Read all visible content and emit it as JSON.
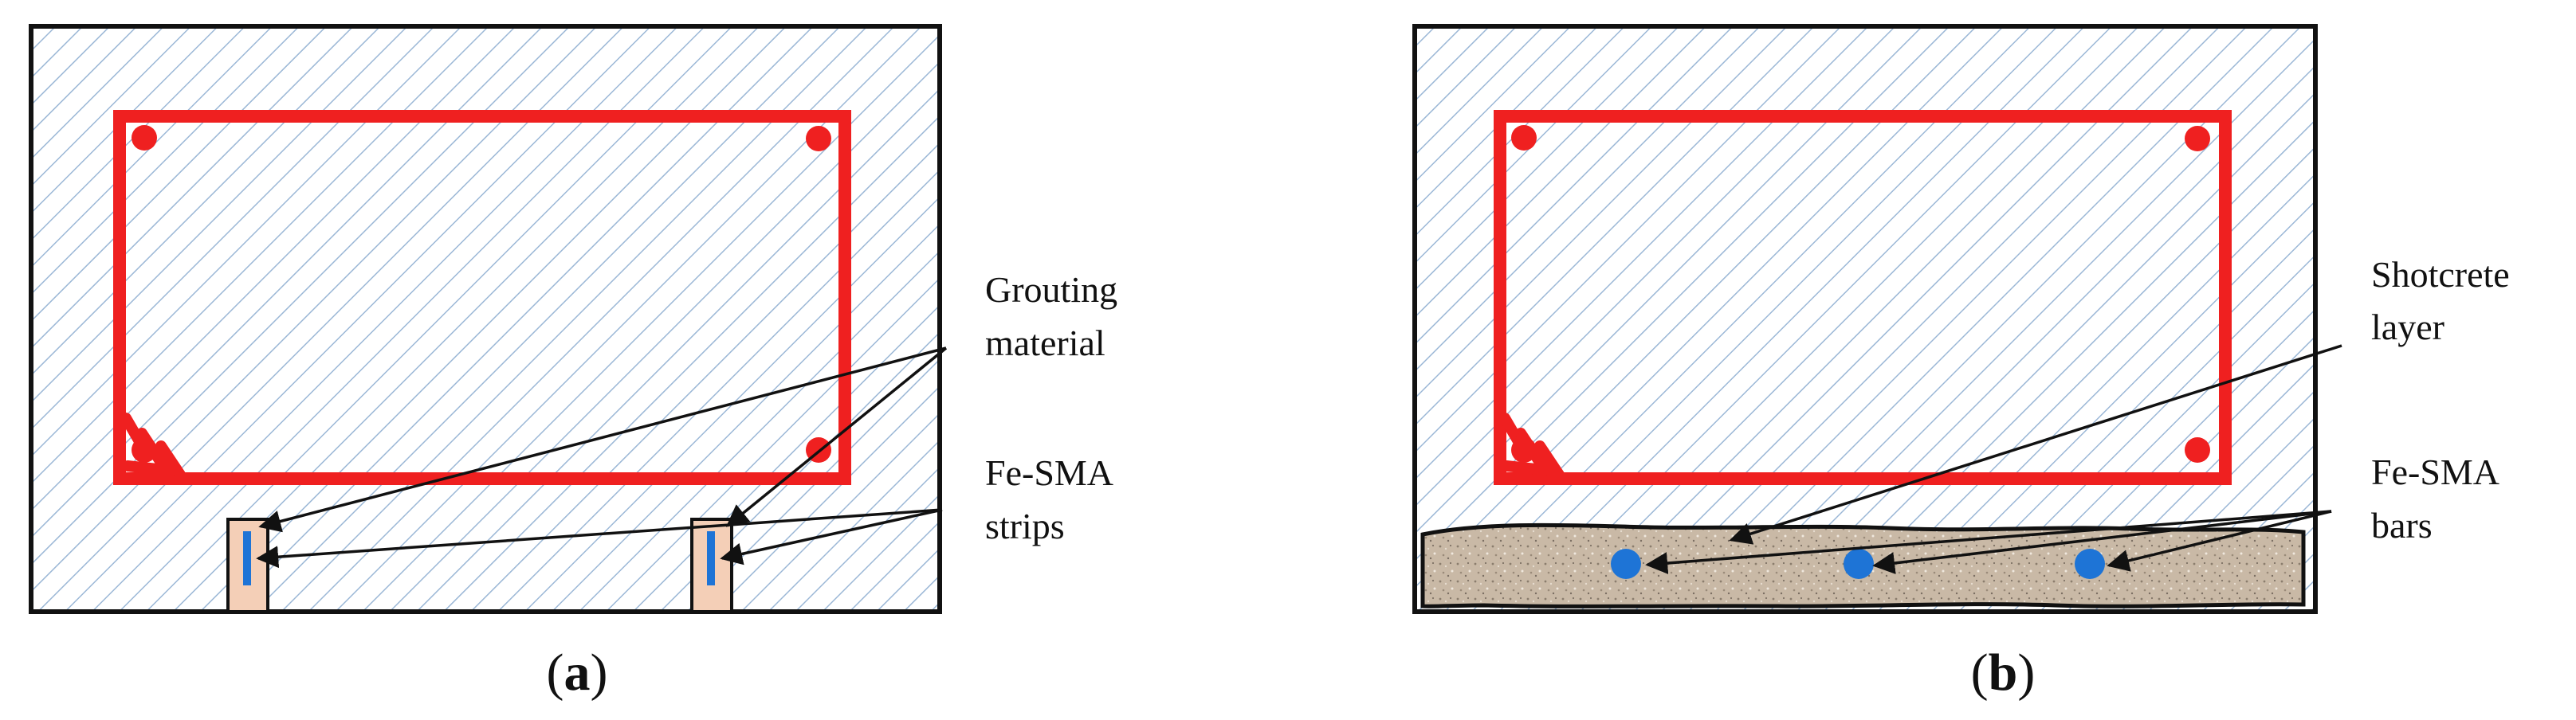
{
  "figure": {
    "panel_a": {
      "caption_open": "(",
      "caption_letter": "a",
      "caption_close": ")",
      "labels": {
        "grouting_material": [
          "Grouting",
          "material"
        ],
        "fe_sma_strips": [
          "Fe-SMA",
          "strips"
        ]
      }
    },
    "panel_b": {
      "caption_open": "(",
      "caption_letter": "b",
      "caption_close": ")",
      "labels": {
        "shotcrete_layer": [
          "Shotcrete",
          "layer"
        ],
        "fe_sma_bars": [
          "Fe-SMA",
          "bars"
        ]
      }
    },
    "colors": {
      "concrete_hatch": "#9bb7d6",
      "concrete_fill": "#ffffff",
      "reinforcement": "#ef2020",
      "fe_sma": "#1e74d6",
      "grout": "#f4cfb7",
      "shotcrete": "#c9b9a6",
      "outline": "#111111"
    }
  }
}
